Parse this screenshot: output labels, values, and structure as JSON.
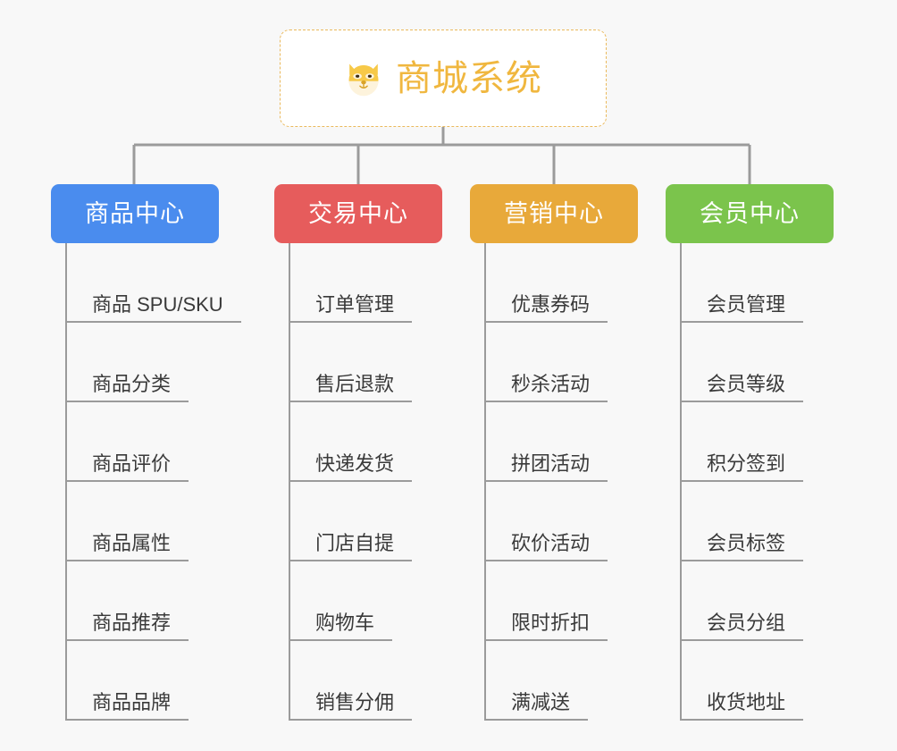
{
  "root": {
    "title": "商城系统",
    "icon": "shiba-dog-face-icon",
    "accent_color": "#f0b73f",
    "border_color": "#eab95c",
    "background": "#ffffff"
  },
  "canvas": {
    "background_color": "#f8f8f8",
    "connector_color": "#9b9b9b"
  },
  "columns": [
    {
      "title": "商品中心",
      "color": "#4a8cee",
      "items": [
        "商品 SPU/SKU",
        "商品分类",
        "商品评价",
        "商品属性",
        "商品推荐",
        "商品品牌"
      ]
    },
    {
      "title": "交易中心",
      "color": "#e65c5c",
      "items": [
        "订单管理",
        "售后退款",
        "快递发货",
        "门店自提",
        "购物车",
        "销售分佣"
      ]
    },
    {
      "title": "营销中心",
      "color": "#e8a93a",
      "items": [
        "优惠券码",
        "秒杀活动",
        "拼团活动",
        "砍价活动",
        "限时折扣",
        "满减送"
      ]
    },
    {
      "title": "会员中心",
      "color": "#7bc44c",
      "items": [
        "会员管理",
        "会员等级",
        "积分签到",
        "会员标签",
        "会员分组",
        "收货地址"
      ]
    }
  ]
}
